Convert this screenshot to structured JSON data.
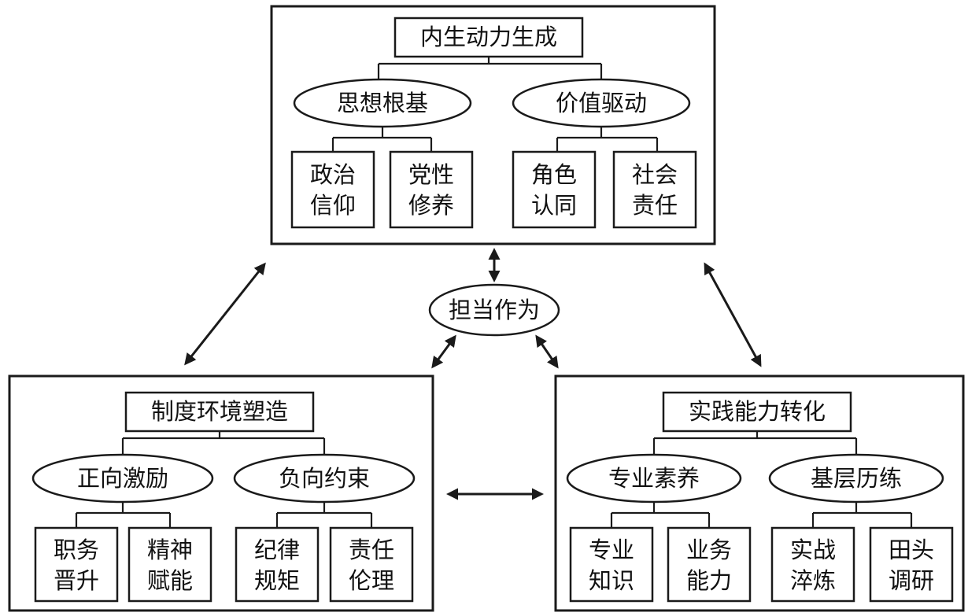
{
  "center": {
    "label": "担当作为"
  },
  "panels": [
    {
      "id": "top",
      "title": "内生动力生成",
      "groups": [
        {
          "label": "思想根基",
          "items": [
            [
              "政治",
              "信仰"
            ],
            [
              "党性",
              "修养"
            ]
          ]
        },
        {
          "label": "价值驱动",
          "items": [
            [
              "角色",
              "认同"
            ],
            [
              "社会",
              "责任"
            ]
          ]
        }
      ]
    },
    {
      "id": "left",
      "title": "制度环境塑造",
      "groups": [
        {
          "label": "正向激励",
          "items": [
            [
              "职务",
              "晋升"
            ],
            [
              "精神",
              "赋能"
            ]
          ]
        },
        {
          "label": "负向约束",
          "items": [
            [
              "纪律",
              "规矩"
            ],
            [
              "责任",
              "伦理"
            ]
          ]
        }
      ]
    },
    {
      "id": "right",
      "title": "实践能力转化",
      "groups": [
        {
          "label": "专业素养",
          "items": [
            [
              "专业",
              "知识"
            ],
            [
              "业务",
              "能力"
            ]
          ]
        },
        {
          "label": "基层历练",
          "items": [
            [
              "实战",
              "淬炼"
            ],
            [
              "田头",
              "调研"
            ]
          ]
        }
      ]
    }
  ],
  "colors": {
    "stroke": "#1a1a1a",
    "text": "#111111",
    "background": "#ffffff"
  }
}
